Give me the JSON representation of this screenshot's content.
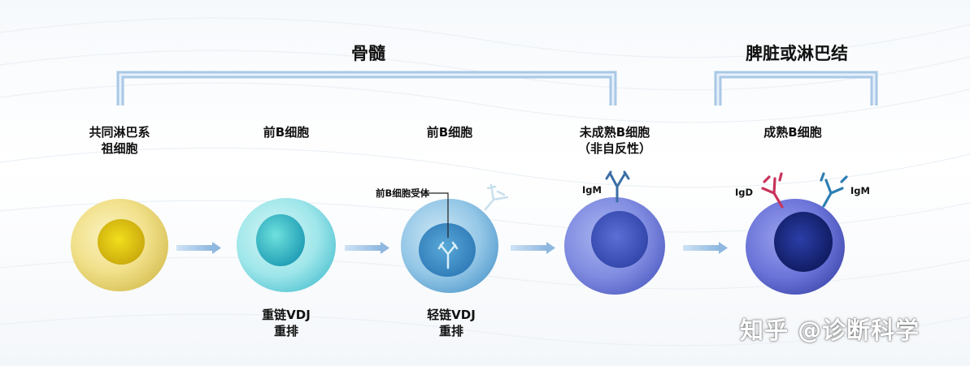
{
  "regions": {
    "bone_marrow": "骨髓",
    "spleen_lymph": "脾脏或淋巴结"
  },
  "stages": [
    {
      "line1": "共同淋巴系",
      "line2": "祖细胞"
    },
    {
      "line1": "前B细胞",
      "line2": ""
    },
    {
      "line1": "前B细胞",
      "line2": ""
    },
    {
      "line1": "未成熟B细胞",
      "line2": "（非自反性）"
    },
    {
      "line1": "成熟B细胞",
      "line2": ""
    }
  ],
  "bottom_labels": [
    {
      "line1": "重链VDJ",
      "line2": "重排"
    },
    {
      "line1": "轻链VDJ",
      "line2": "重排"
    }
  ],
  "annotations": {
    "pre_bcr": "前B细胞受体",
    "igm_immature": "IgM",
    "igd_mature": "IgD",
    "igm_mature": "IgM"
  },
  "watermark": "知乎 @诊断科学",
  "colors": {
    "bracket": "#a9c8e6",
    "arrow": "#9fc3e6",
    "igd": "#c8335a",
    "igm": "#2d7fb2",
    "antibody_blue": "#3b6ea6"
  }
}
